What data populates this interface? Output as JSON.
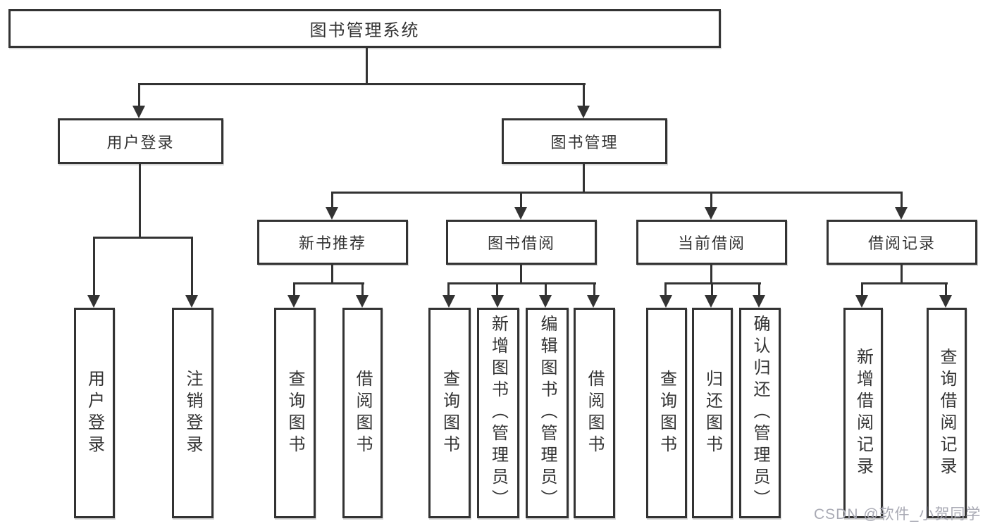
{
  "diagram_type": "hierarchy-tree",
  "tree": {
    "label": "图书管理系统",
    "children": [
      {
        "label": "用户登录",
        "children": [
          {
            "label": "用户登录"
          },
          {
            "label": "注销登录"
          }
        ]
      },
      {
        "label": "图书管理",
        "children": [
          {
            "label": "新书推荐",
            "children": [
              {
                "label": "查询图书"
              },
              {
                "label": "借阅图书"
              }
            ]
          },
          {
            "label": "图书借阅",
            "children": [
              {
                "label": "查询图书"
              },
              {
                "label": "新增图书（管理员）"
              },
              {
                "label": "编辑图书（管理员）"
              },
              {
                "label": "借阅图书"
              }
            ]
          },
          {
            "label": "当前借阅",
            "children": [
              {
                "label": "查询图书"
              },
              {
                "label": "归还图书"
              },
              {
                "label": "确认归还（管理员）"
              }
            ]
          },
          {
            "label": "借阅记录",
            "children": [
              {
                "label": "新增借阅记录"
              },
              {
                "label": "查询借阅记录"
              }
            ]
          }
        ]
      }
    ]
  },
  "watermark": "CSDN @软件_小贺同学",
  "colors": {
    "line": "#333333",
    "text": "#333333",
    "background": "#ffffff",
    "watermark": "#a9aab4"
  }
}
